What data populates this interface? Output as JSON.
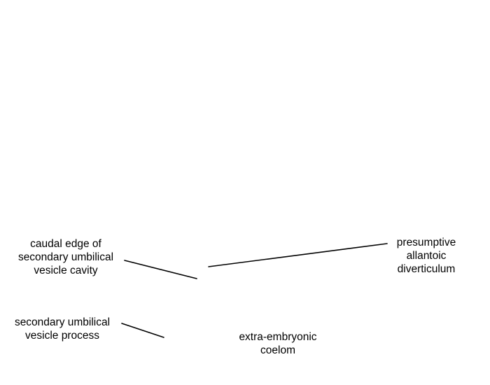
{
  "labels": {
    "caudal_edge": [
      "caudal edge of",
      "secondary umbilical",
      "vesicle cavity"
    ],
    "presumptive_allantoic": [
      "presumptive",
      "allantoic",
      "diverticulum"
    ],
    "secondary_process": [
      "secondary umbilical",
      "vesicle process"
    ],
    "extra_embryonic": [
      "extra-embryonic",
      "coelom"
    ]
  },
  "line_color": "#000000"
}
